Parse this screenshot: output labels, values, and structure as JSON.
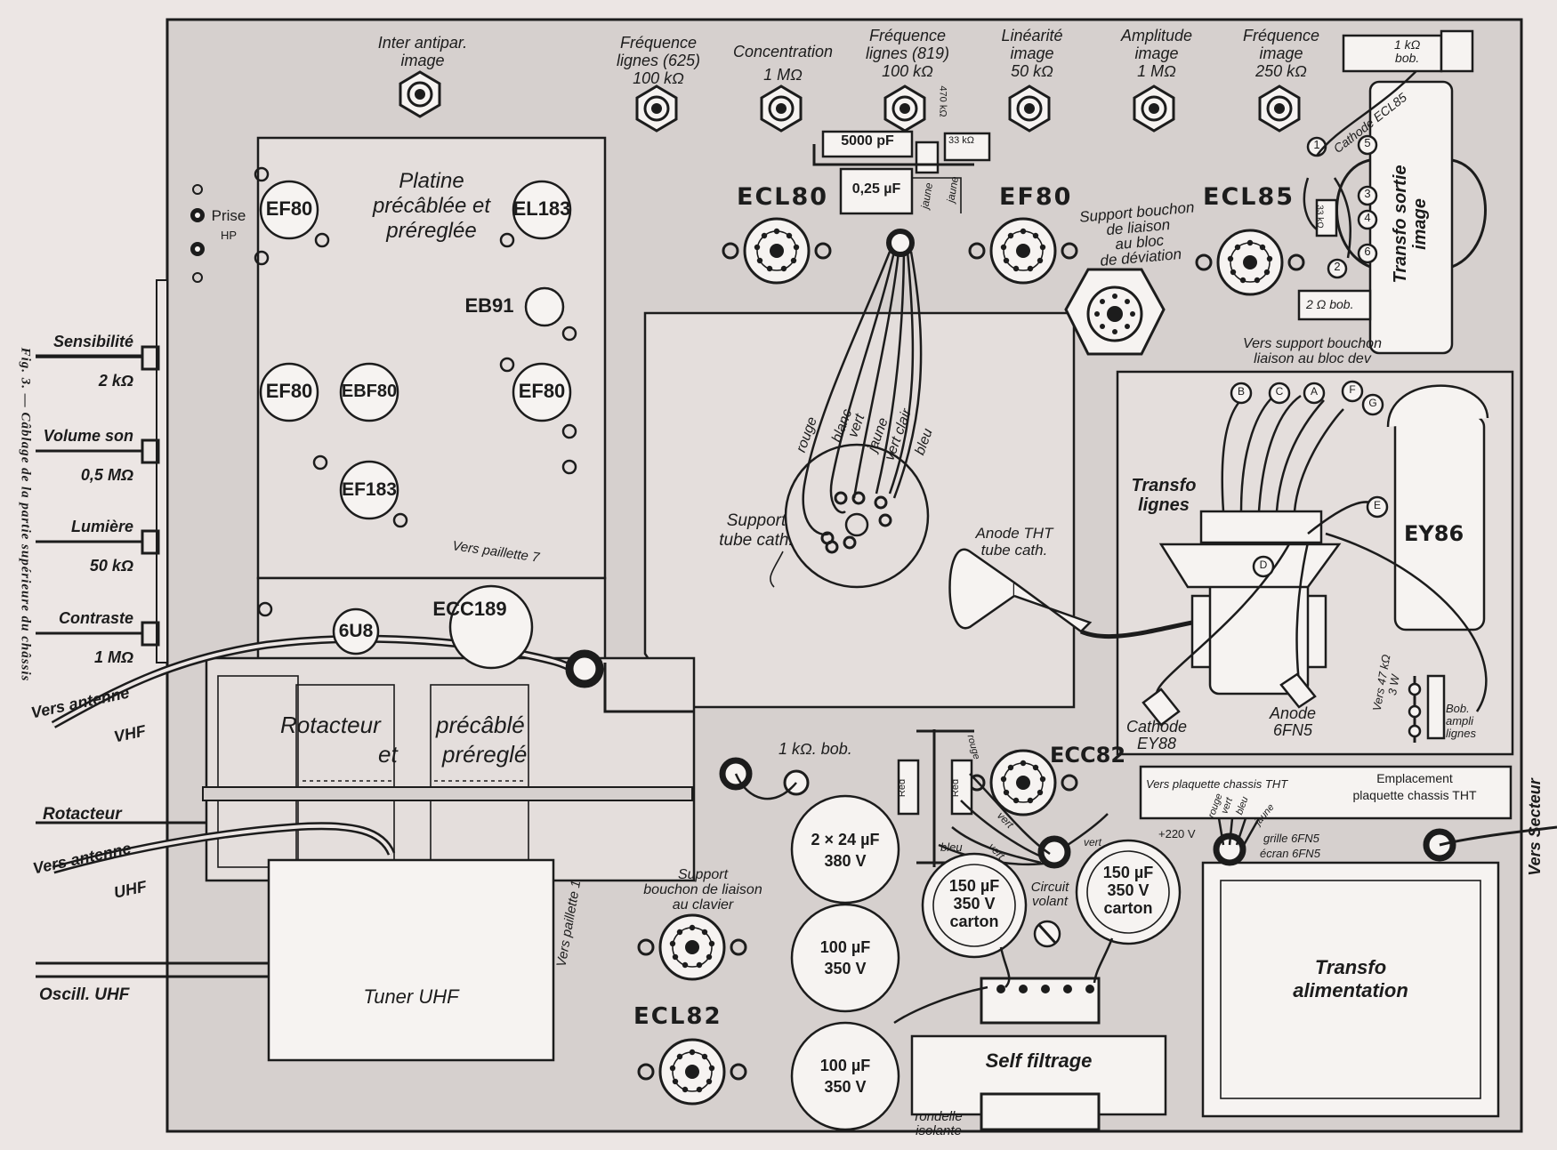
{
  "caption": "Fig. 3. — Câblage de la partie supérieure du châssis",
  "potentiometers_top": [
    {
      "name": "Inter antipar.",
      "line2": "image",
      "value": ""
    },
    {
      "name": "Fréquence",
      "line2": "lignes (625)",
      "value": "100 kΩ"
    },
    {
      "name": "Concentration",
      "line2": "",
      "value": "1 MΩ"
    },
    {
      "name": "Fréquence",
      "line2": "lignes (819)",
      "value": "100 kΩ"
    },
    {
      "name": "Linéarité",
      "line2": "image",
      "value": "50 kΩ"
    },
    {
      "name": "Amplitude",
      "line2": "image",
      "value": "1 MΩ"
    },
    {
      "name": "Fréquence",
      "line2": "image",
      "value": "250 kΩ"
    }
  ],
  "left_controls": [
    {
      "name": "Sensibilité",
      "value": "2 kΩ"
    },
    {
      "name": "Volume son",
      "value": "0,5 MΩ"
    },
    {
      "name": "Lumière",
      "value": "50 kΩ"
    },
    {
      "name": "Contraste",
      "value": "1 MΩ"
    }
  ],
  "left_inputs": {
    "vhf_line1": "Vers antenne",
    "vhf_line2": "VHF",
    "rotacteur": "Rotacteur",
    "uhf_line1": "Vers antenne",
    "uhf_line2": "UHF",
    "oscill": "Oscill. UHF"
  },
  "prise_hp": {
    "line1": "Prise",
    "line2": "HP"
  },
  "platine": {
    "line1": "Platine",
    "line2": "précâblée et",
    "line3": "préreglée"
  },
  "platine_tubes": [
    "EF80",
    "EL183",
    "EB91",
    "EF80",
    "EBF80",
    "EF80",
    "EF183"
  ],
  "tuner_tubes": [
    "6U8",
    "ECC189"
  ],
  "vers_paillette_top": "Vers paillette 7",
  "vers_paillette_side": "Vers paillette 1",
  "rotacteur_block": {
    "line1": "Rotacteur",
    "line2": "et",
    "line3": "précâblé",
    "line4": "préreglé"
  },
  "tuner_uhf": "Tuner UHF",
  "tubes_main": [
    "ECL80",
    "EF80",
    "ECL85",
    "ECC82",
    "ECL82",
    "EY86"
  ],
  "components_top": {
    "c1": "5000 pF",
    "c2": "0,25 µF",
    "r1": "470 kΩ",
    "r2": "33 kΩ",
    "wire1": "jaune",
    "wire2": "jaune"
  },
  "support_bouchon_deviation": {
    "line1": "Support bouchon",
    "line2": "de liaison",
    "line3": "au bloc",
    "line4": "de déviation"
  },
  "cathode_ecl85": "Cathode ECL85",
  "bob_top": {
    "value": "1 kΩ",
    "unit": "bob."
  },
  "transfo_sortie": {
    "line1": "Transfo sortie",
    "line2": "image"
  },
  "transfo_pins": [
    "1",
    "2",
    "3",
    "4",
    "5",
    "6"
  ],
  "bob_2ohm": "2 Ω bob.",
  "res_33k": "33 kΩ",
  "cathode_wires": [
    "rouge",
    "blanc",
    "vert",
    "jaune",
    "vert clair",
    "bleu"
  ],
  "support_tube_cath": {
    "line1": "Support",
    "line2": "tube cath."
  },
  "anode_tht": {
    "line1": "Anode THT",
    "line2": "tube cath."
  },
  "vers_support_bouchon": {
    "line1": "Vers support bouchon",
    "line2": "liaison au bloc dev"
  },
  "connector_letters": [
    "B",
    "C",
    "A",
    "F",
    "G",
    "E",
    "D"
  ],
  "transfo_lignes": {
    "line1": "Transfo",
    "line2": "lignes"
  },
  "cathode_ey88": {
    "line1": "Cathode",
    "line2": "EY88"
  },
  "anode_6fn5": {
    "line1": "Anode",
    "line2": "6FN5"
  },
  "vers_47k": {
    "line1": "Vers 47 kΩ",
    "line2": "3 W"
  },
  "bob_ampli": {
    "line1": "Bob.",
    "line2": "ampli",
    "line3": "lignes"
  },
  "plaquette_tht": {
    "line1": "Vers plaquette chassis THT",
    "line2": "Emplacement",
    "line3": "plaquette chassis THT"
  },
  "bob_1k_bottom": "1 kΩ. bob.",
  "red_labels": [
    "Red",
    "Red"
  ],
  "ecc82_wires": [
    "rouge",
    "vert",
    "bleu",
    "vert",
    "vert"
  ],
  "tht_wires": [
    "rouge",
    "vert",
    "bleu",
    "jaune"
  ],
  "v220": "+220 V",
  "grille": "grille 6FN5",
  "ecran": "écran 6FN5",
  "vers_secteur": {
    "line1": "Vers",
    "line2": "Secteur"
  },
  "capacitors": [
    {
      "value": "2 × 24 µF",
      "volt": "380 V",
      "extra": ""
    },
    {
      "value": "150 µF",
      "volt": "350 V",
      "extra": "carton"
    },
    {
      "value": "150 µF",
      "volt": "350 V",
      "extra": "carton"
    },
    {
      "value": "100 µF",
      "volt": "350 V",
      "extra": ""
    },
    {
      "value": "100 µF",
      "volt": "350 V",
      "extra": ""
    }
  ],
  "circuit_volant": {
    "line1": "Circuit",
    "line2": "volant"
  },
  "support_clavier": {
    "line1": "Support",
    "line2": "bouchon de liaison",
    "line3": "au clavier"
  },
  "self_filtrage": "Self filtrage",
  "rondelle": {
    "line1": "rondelle",
    "line2": "isolante"
  },
  "transfo_alim": {
    "line1": "Transfo",
    "line2": "alimentation"
  }
}
